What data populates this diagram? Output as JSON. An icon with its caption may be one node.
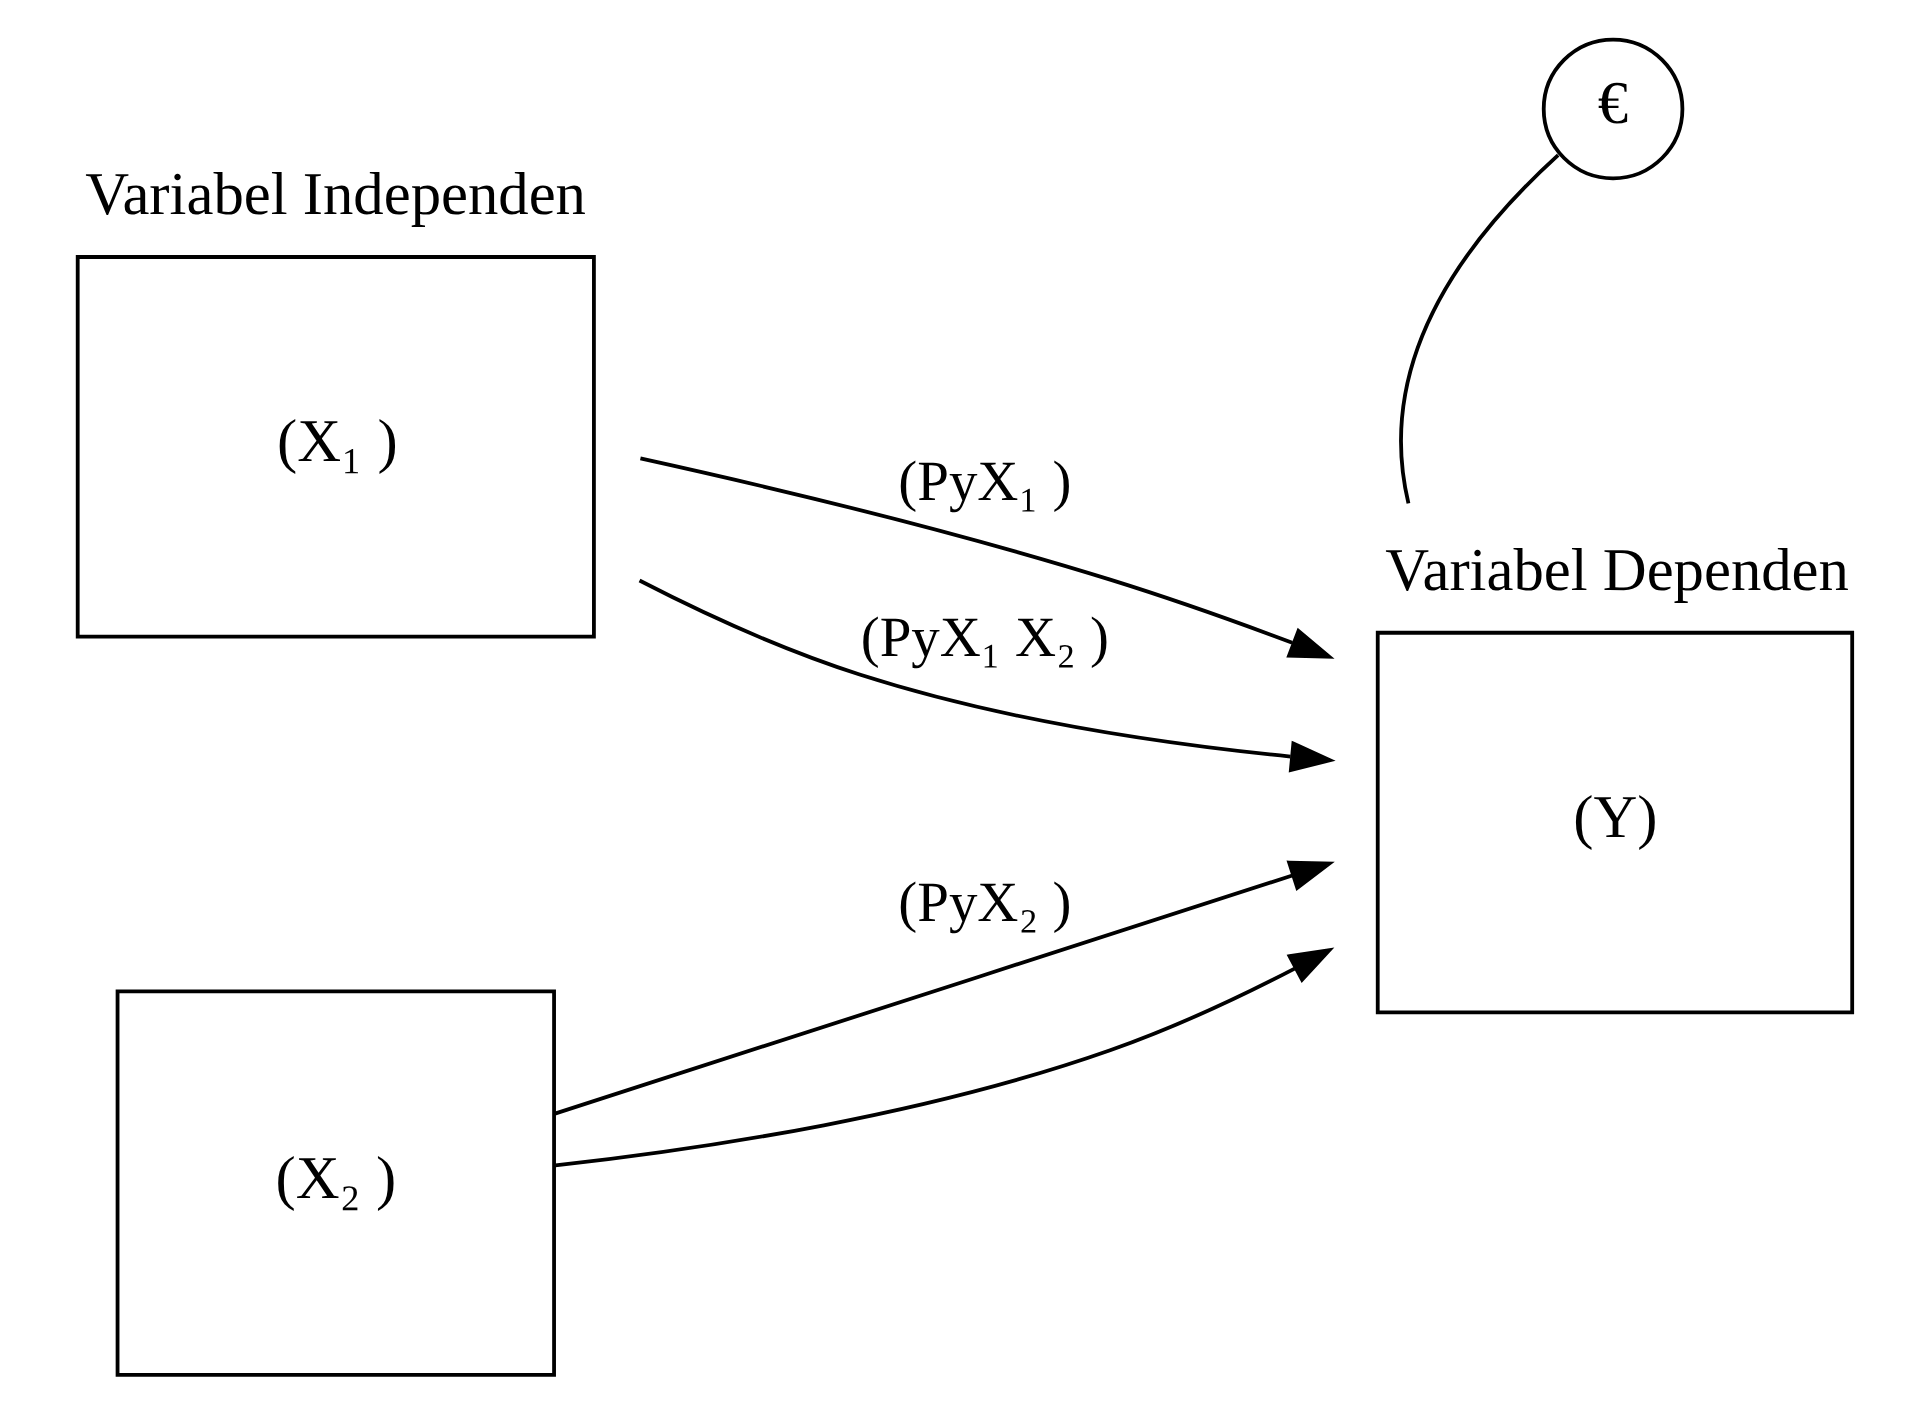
{
  "diagram": {
    "nodes": [
      {
        "text": [
          "(X₁ )"
        ],
        "beside": [
          "Variabel Independen"
        ]
      },
      {
        "text": [
          "(X₂ )"
        ]
      },
      {
        "text": [
          "(Y)"
        ],
        "beside": [
          "Variabel Dependen"
        ]
      },
      {
        "text": [
          "€"
        ]
      }
    ],
    "edges": [
      {
        "from": 0,
        "to": 2,
        "arrow": "to",
        "label": "(PyX₁ )"
      },
      {
        "from": 1,
        "to": 2,
        "arrow": "to",
        "label": "(PyX₂ )"
      },
      {
        "from": 3,
        "to": 2,
        "arrow": "none"
      },
      {
        "from": 0,
        "to": 2,
        "arrow": "to",
        "label": "(PyX₁ X₂ )"
      },
      {
        "from": 1,
        "to": 2,
        "arrow": "to"
      }
    ]
  }
}
